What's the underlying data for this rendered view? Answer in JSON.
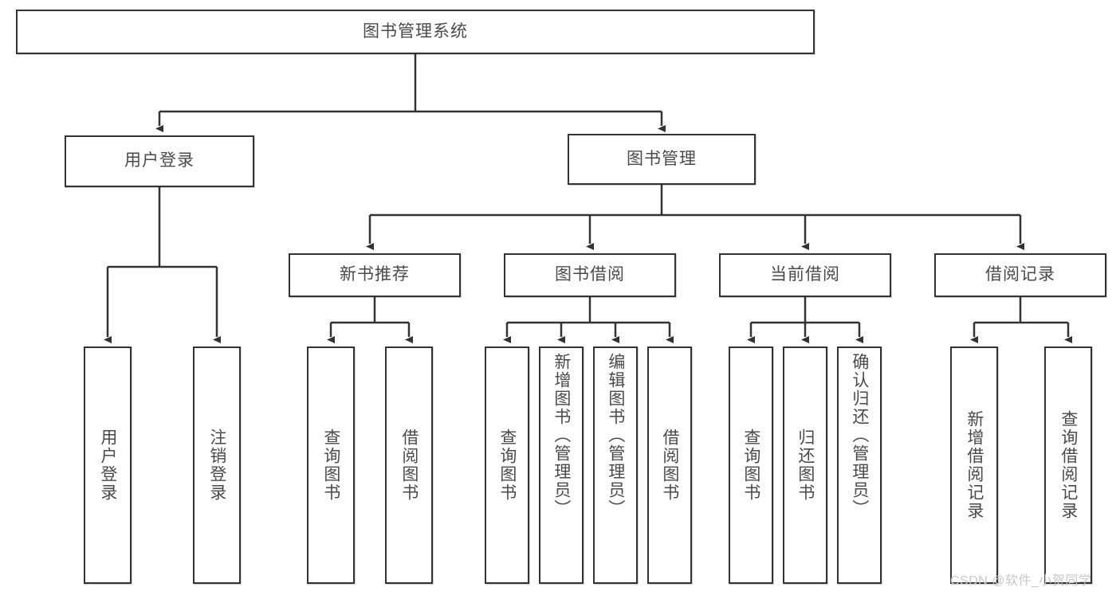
{
  "diagram": {
    "type": "tree-hierarchy-chart",
    "title": "图书管理系统",
    "watermark": "CSDN @软件_小贺同学",
    "colors": {
      "border": "#333333",
      "text": "#4a4a4a",
      "background": "#ffffff",
      "watermark": "#c9c9c9"
    },
    "nodes": {
      "root": {
        "label": "图书管理系统"
      },
      "level2": [
        {
          "id": "user-login",
          "label": "用户登录"
        },
        {
          "id": "book-management",
          "label": "图书管理"
        }
      ],
      "level3": [
        {
          "id": "new-book-recommend",
          "label": "新书推荐"
        },
        {
          "id": "book-borrow",
          "label": "图书借阅"
        },
        {
          "id": "current-borrow",
          "label": "当前借阅"
        },
        {
          "id": "borrow-record",
          "label": "借阅记录"
        }
      ],
      "leaves": {
        "user_login": [
          {
            "id": "leaf-user-login",
            "label": "用户登录"
          },
          {
            "id": "leaf-logout-login",
            "label": "注销登录"
          }
        ],
        "new_book_recommend": [
          {
            "id": "leaf-query-book-1",
            "label": "查询图书"
          },
          {
            "id": "leaf-borrow-book-1",
            "label": "借阅图书"
          }
        ],
        "book_borrow": [
          {
            "id": "leaf-query-book-2",
            "label": "查询图书"
          },
          {
            "id": "leaf-add-book",
            "label": "新增图书（管理员）"
          },
          {
            "id": "leaf-edit-book",
            "label": "编辑图书（管理员）"
          },
          {
            "id": "leaf-borrow-book-2",
            "label": "借阅图书"
          }
        ],
        "current_borrow": [
          {
            "id": "leaf-query-book-3",
            "label": "查询图书"
          },
          {
            "id": "leaf-return-book",
            "label": "归还图书"
          },
          {
            "id": "leaf-confirm-return",
            "label": "确认归还（管理员）"
          }
        ],
        "borrow_record": [
          {
            "id": "leaf-add-borrow-record",
            "label": "新增借阅记录"
          },
          {
            "id": "leaf-query-borrow-record",
            "label": "查询借阅记录"
          }
        ]
      }
    }
  }
}
